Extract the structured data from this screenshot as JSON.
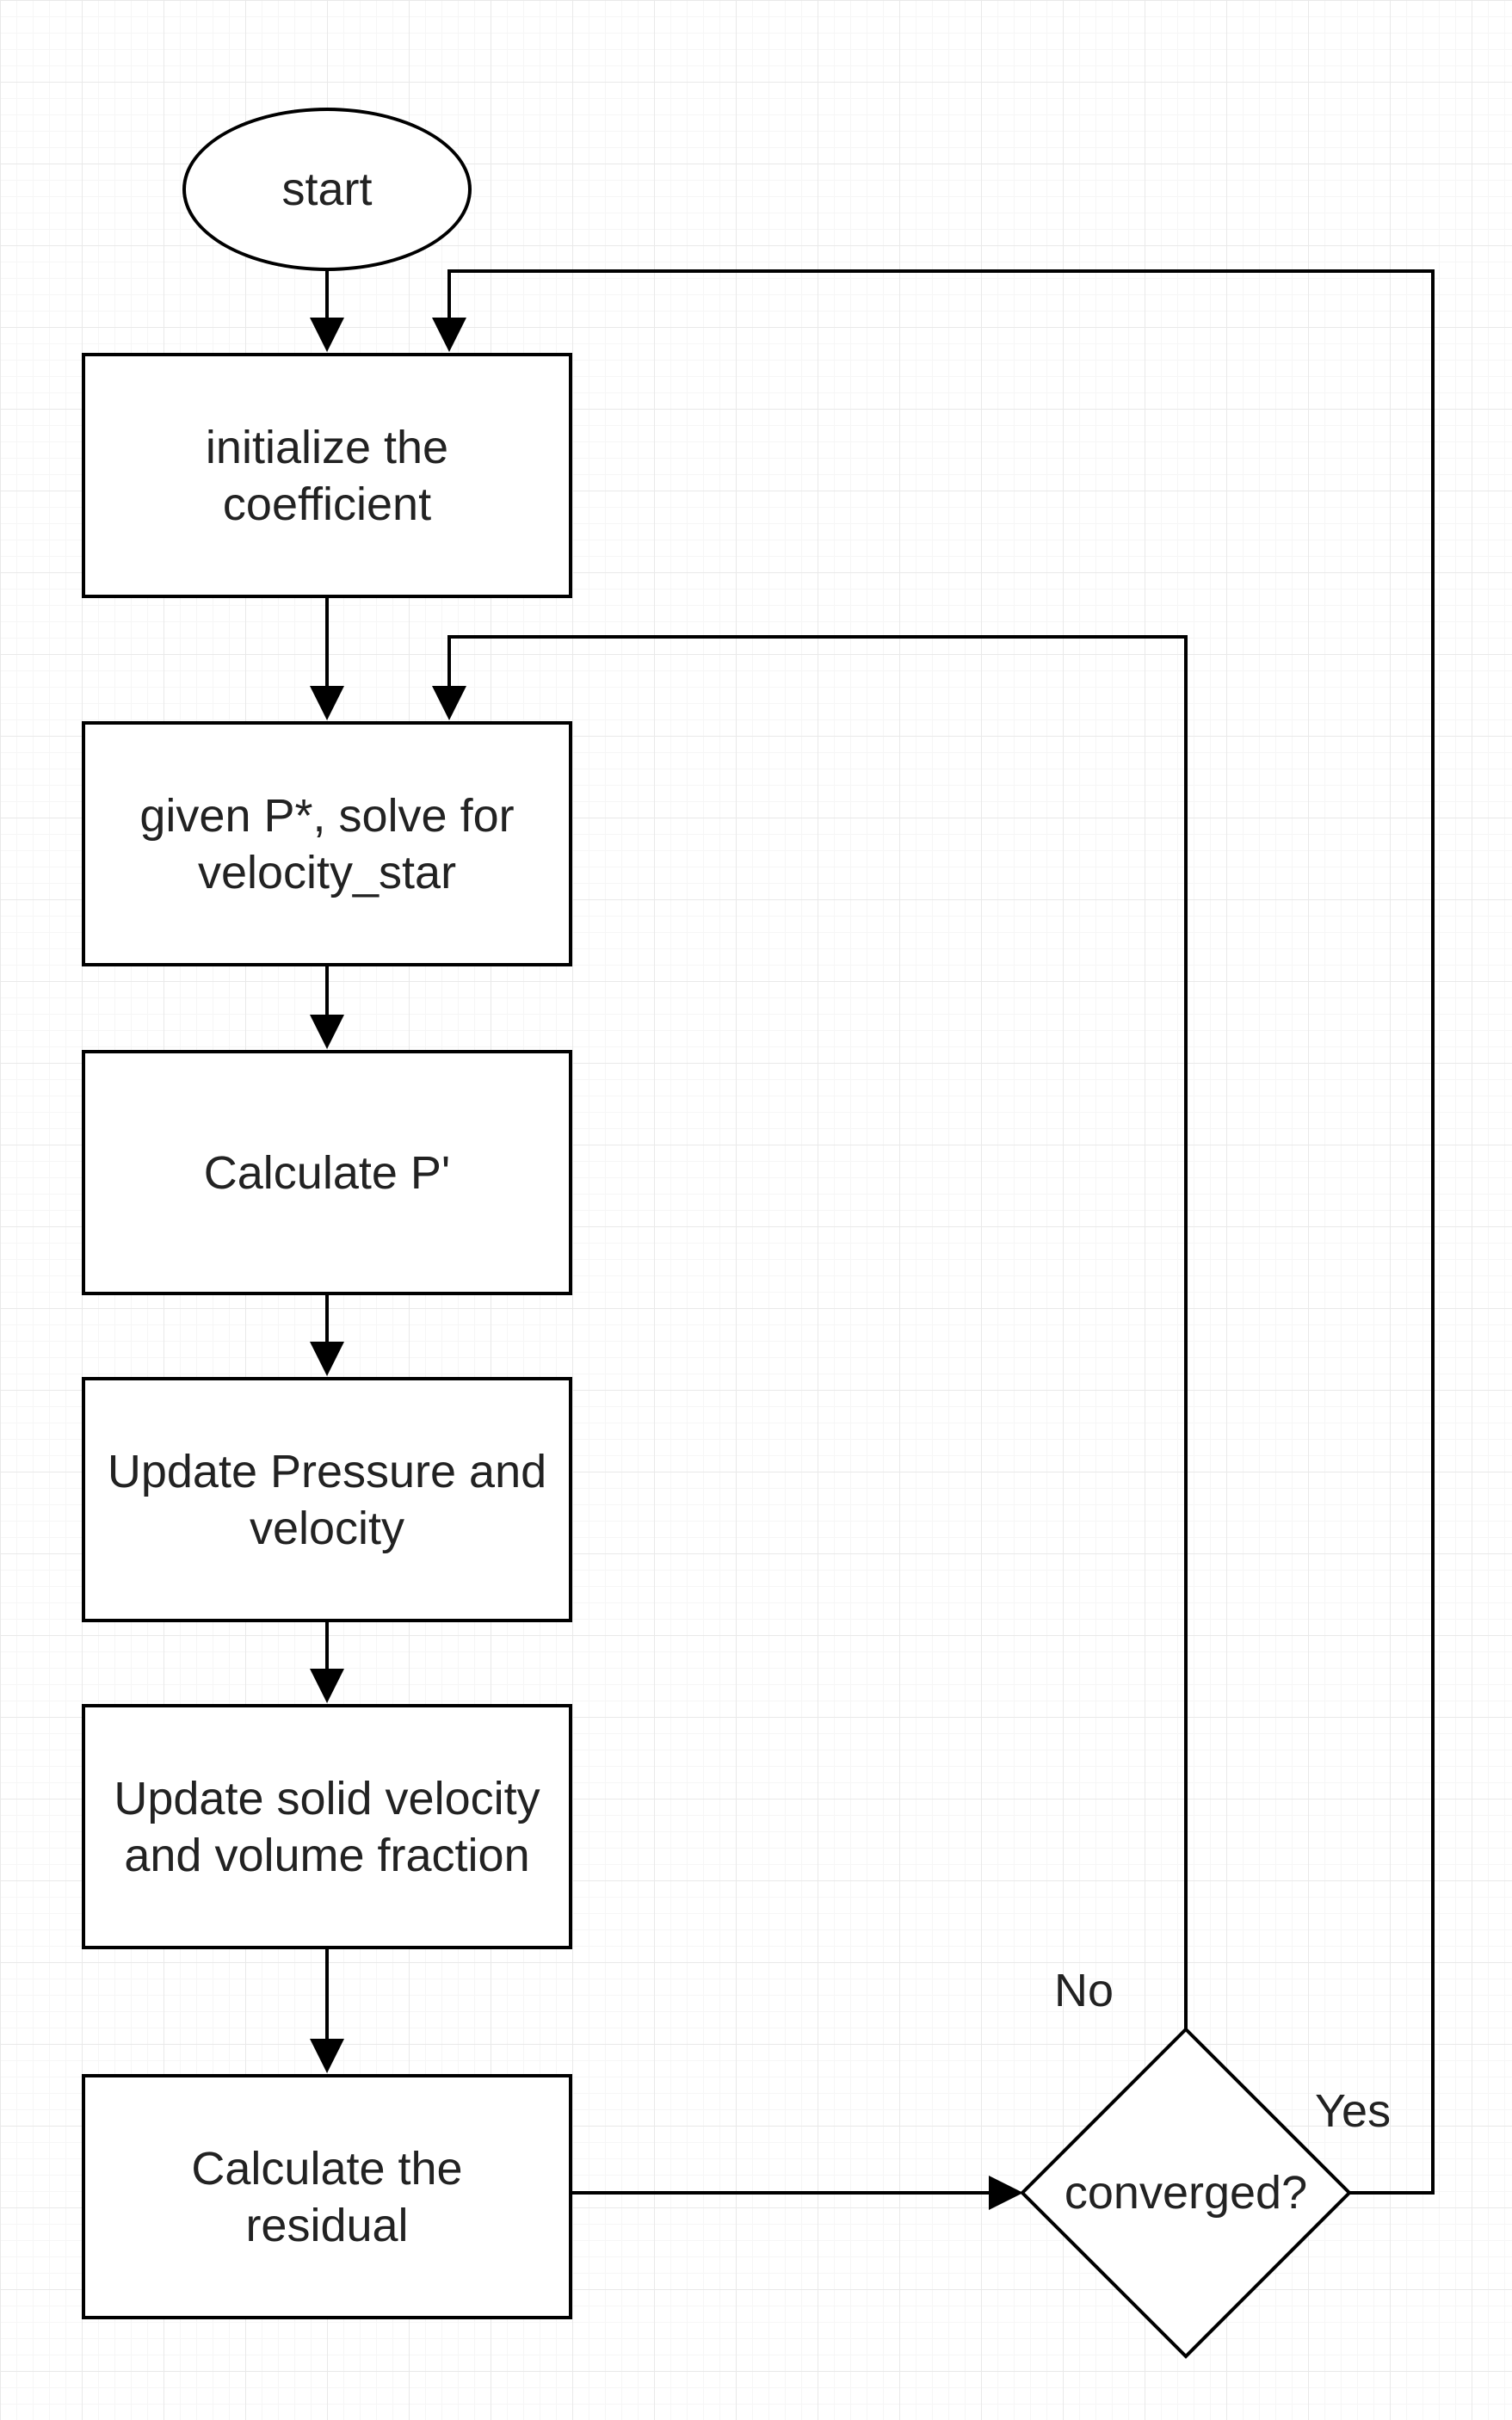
{
  "nodes": {
    "start": {
      "text": "start"
    },
    "init": {
      "text": "initialize the coefficient"
    },
    "solve": {
      "text": "given P*, solve for velocity_star"
    },
    "calc_p": {
      "text": "Calculate P'"
    },
    "update_pv": {
      "text": "Update Pressure and velocity"
    },
    "update_solid": {
      "text": "Update solid velocity and volume fraction"
    },
    "residual": {
      "text": "Calculate the residual"
    },
    "decision": {
      "text": "converged?"
    }
  },
  "edge_labels": {
    "no": "No",
    "yes": "Yes"
  },
  "colors": {
    "stroke": "#000000",
    "text": "#222222",
    "grid_major": "#e9e9e9",
    "grid_minor": "#f6f6f6",
    "background": "#ffffff"
  }
}
